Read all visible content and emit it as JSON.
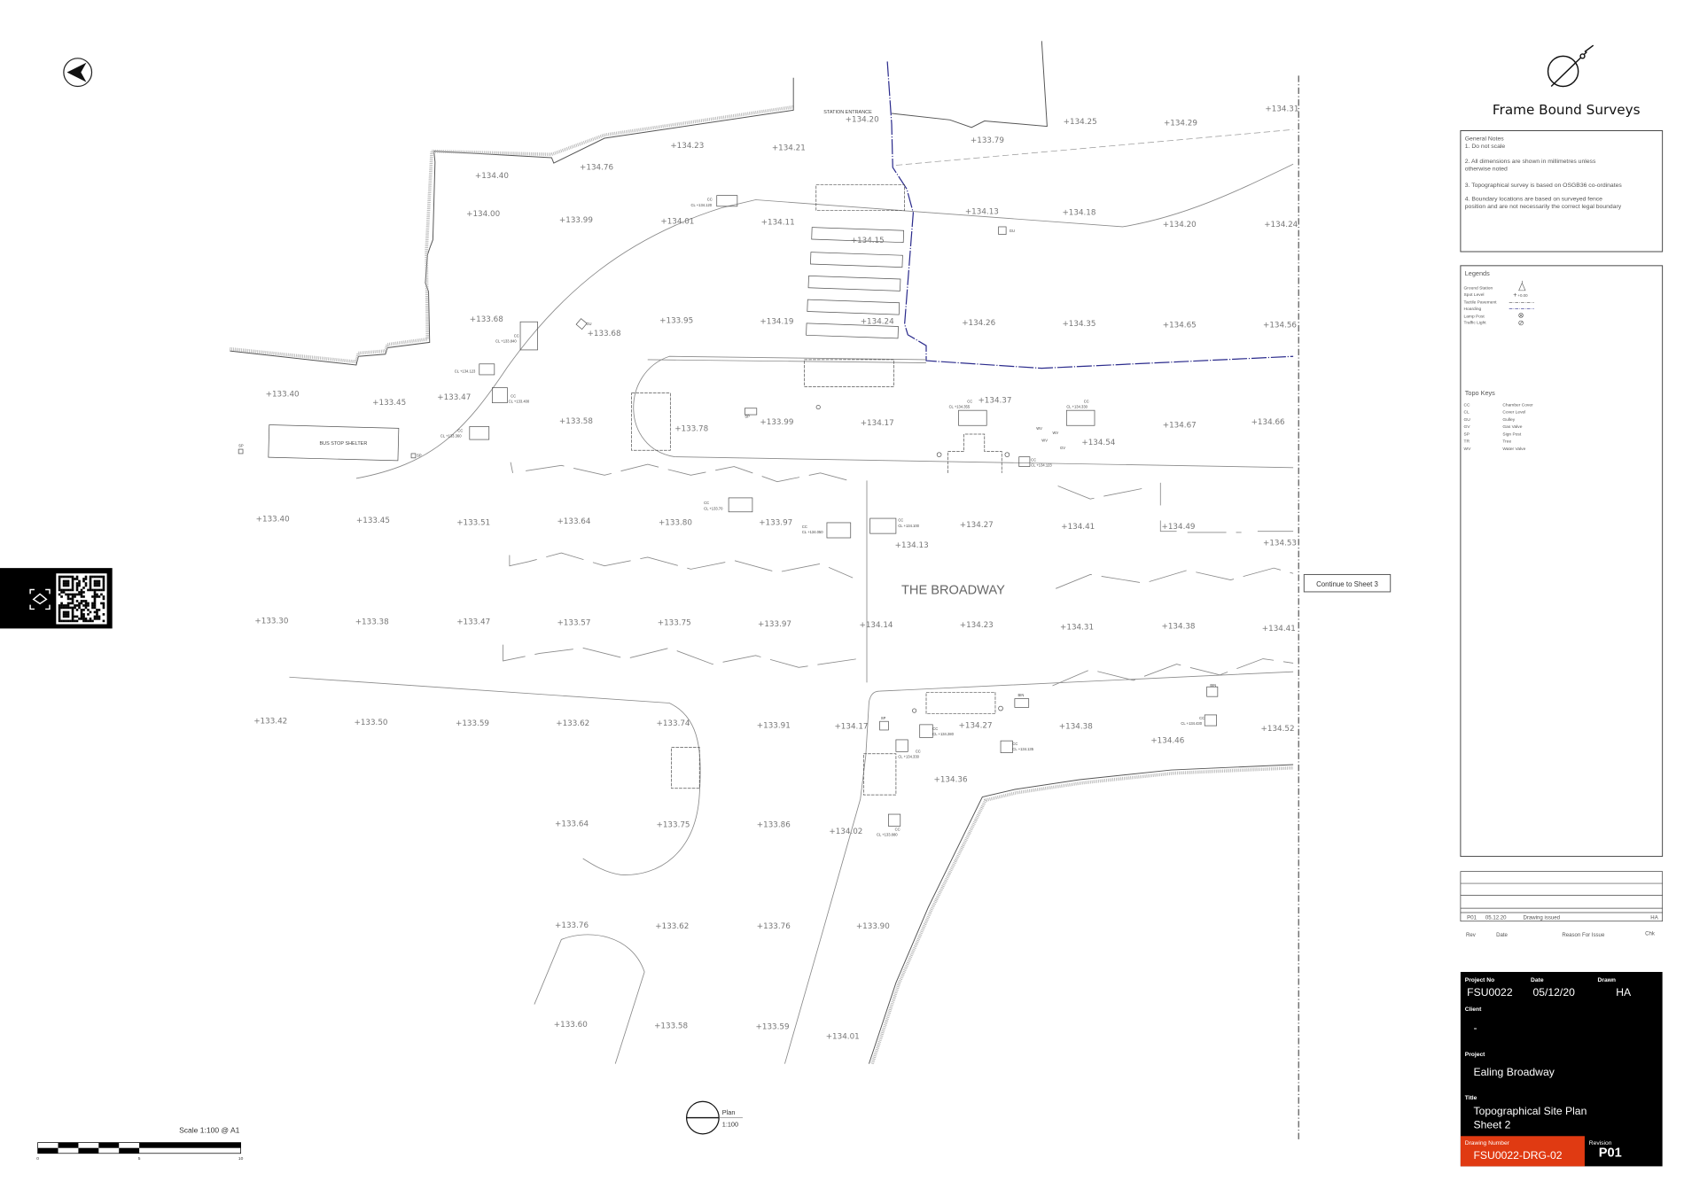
{
  "company": "Frame Bound Surveys",
  "general_notes": {
    "title": "General Notes",
    "lines": [
      "1. Do not scale",
      "2. All dimensions are shown in millimetres unless",
      "otherwise noted",
      "3. Topographical survey is based on OSGB36 co-ordinates",
      "4. Boundary locations are based on surveyed fence",
      "position and are not necessarily the correct legal boundary"
    ]
  },
  "legends": {
    "title": "Legends",
    "items": [
      {
        "label": "Ground Station",
        "symbol": "triangle-station-icon"
      },
      {
        "label": "Spot Level",
        "symbol": "plus-icon",
        "sample": "+0.00"
      },
      {
        "label": "Tactile Pavement",
        "symbol": "dash-dot-line"
      },
      {
        "label": "Hoarding",
        "symbol": "blue-dash-dot-line"
      },
      {
        "label": "Lamp Post",
        "symbol": "lamp-post-icon"
      },
      {
        "label": "Traffic Light",
        "symbol": "traffic-light-icon"
      }
    ]
  },
  "topo_keys": {
    "title": "Topo Keys",
    "items": [
      {
        "code": "CC",
        "meaning": "Chamber Cover"
      },
      {
        "code": "CL",
        "meaning": "Cover Level"
      },
      {
        "code": "GU",
        "meaning": "Gulley"
      },
      {
        "code": "GV",
        "meaning": "Gas Valve"
      },
      {
        "code": "SP",
        "meaning": "Sign Post"
      },
      {
        "code": "TR",
        "meaning": "Tree"
      },
      {
        "code": "WV",
        "meaning": "Water Valve"
      }
    ]
  },
  "revisions": {
    "rows": [
      {
        "rev": "P01",
        "date": "05.12.20",
        "reason": "Drawing issued",
        "chk": "HA"
      }
    ],
    "headers": {
      "rev": "Rev",
      "date": "Date",
      "reason": "Reason For  Issue",
      "chk": "Chk"
    }
  },
  "title_block": {
    "project_no_label": "Project No",
    "project_no": "FSU0022",
    "date_label": "Date",
    "date": "05/12/20",
    "drawn_label": "Drawn",
    "drawn": "HA",
    "client_label": "Client",
    "client": "-",
    "project_label": "Project",
    "project": "Ealing Broadway",
    "title_label": "Title",
    "title_line1": "Topographical Site Plan",
    "title_line2": "Sheet 2",
    "drawing_number_label": "Drawing Number",
    "drawing_number": "FSU0022-DRG-02",
    "revision_label": "Revision",
    "revision": "P01"
  },
  "scale": {
    "label": "Scale 1:100 @ A1",
    "ticks": [
      "0",
      "5",
      "10"
    ]
  },
  "plan_marker": {
    "label": "Plan",
    "scale": "1:100"
  },
  "map": {
    "road_name": "THE BROADWAY",
    "station_entrance": "STATION ENTRANCE",
    "bus_stop": "BUS STOP SHELTER",
    "continue_label": "Continue to Sheet 3",
    "spot_levels": [
      "+134.40",
      "+134.76",
      "+134.23",
      "+134.21",
      "+134.20",
      "+134.25",
      "+134.29",
      "+134.31",
      "+133.79",
      "+134.00",
      "+133.99",
      "+134.01",
      "+134.11",
      "+134.13",
      "+134.18",
      "+134.20",
      "+134.24",
      "+134.15",
      "+133.68",
      "+133.68",
      "+133.95",
      "+134.19",
      "+134.24",
      "+134.26",
      "+134.35",
      "+134.65",
      "+134.56",
      "+133.40",
      "+133.45",
      "+133.47",
      "+133.58",
      "+133.78",
      "+133.99",
      "+134.17",
      "+134.37",
      "+134.54",
      "+134.67",
      "+134.66",
      "+133.40",
      "+133.45",
      "+133.51",
      "+133.64",
      "+133.80",
      "+133.97",
      "+134.13",
      "+134.27",
      "+134.41",
      "+134.49",
      "+134.53",
      "+133.30",
      "+133.38",
      "+133.47",
      "+133.57",
      "+133.75",
      "+133.97",
      "+134.14",
      "+134.23",
      "+134.31",
      "+134.38",
      "+134.41",
      "+133.42",
      "+133.50",
      "+133.59",
      "+133.62",
      "+133.74",
      "+133.91",
      "+134.17",
      "+134.27",
      "+134.38",
      "+134.46",
      "+134.52",
      "+134.36",
      "+133.64",
      "+133.75",
      "+133.86",
      "+134.02",
      "+133.76",
      "+133.62",
      "+133.76",
      "+133.90",
      "+133.60",
      "+133.58",
      "+133.59",
      "+134.01"
    ],
    "annotations": [
      "CC",
      "CL +134.120",
      "GU",
      "CC",
      "CL +133.840",
      "CL +134.123",
      "CC",
      "CL +133.400",
      "CC",
      "CL +133.360",
      "SP",
      "SP",
      "GU",
      "SP",
      "CC",
      "CL +134.355",
      "CC",
      "CL +134.330",
      "WV",
      "WV",
      "WV",
      "GV",
      "CC",
      "CL +134.123",
      "CC",
      "CL +133.70",
      "CC",
      "CL +134.050",
      "CC",
      "CL +134.100",
      "BIN",
      "BIN",
      "SP",
      "CC",
      "CL +134.280",
      "CC",
      "CL +134.135",
      "CC",
      "CL +134.330",
      "CC",
      "CL +134.430",
      "CC",
      "CL +133.880"
    ]
  },
  "colors": {
    "hoarding": "#2b2b8c",
    "accent": "#e03a12",
    "title_block_bg": "#000000"
  }
}
